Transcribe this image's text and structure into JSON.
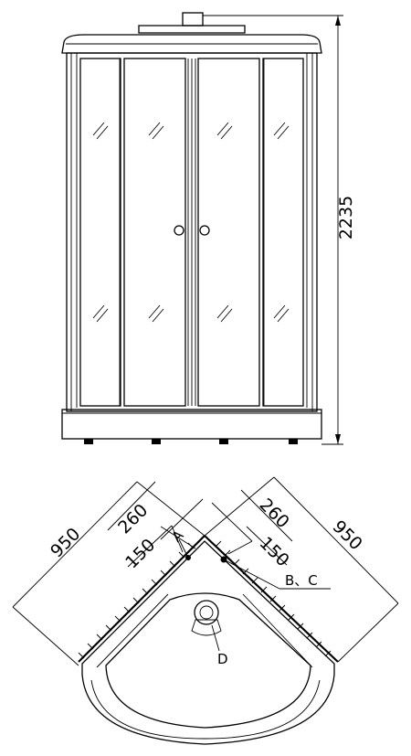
{
  "front_view": {
    "height_dim": "2235"
  },
  "plan_view": {
    "left_side": "950",
    "right_side": "950",
    "left_offset_outer": "260",
    "right_offset_outer": "260",
    "left_offset_inner": "150",
    "right_offset_inner": "150",
    "label_a": "A",
    "label_bc": "B、C",
    "label_d": "D"
  }
}
